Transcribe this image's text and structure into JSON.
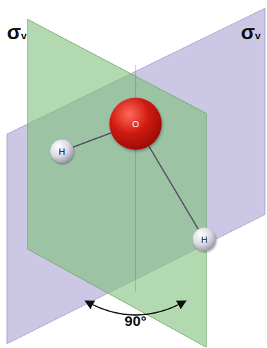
{
  "diagram": {
    "nodes": [
      {
        "text": [
          "O"
        ]
      },
      {
        "text": [
          "H"
        ]
      },
      {
        "text": [
          "H"
        ]
      }
    ],
    "edges": [
      {
        "from": 0,
        "to": 1,
        "arrow": "none"
      },
      {
        "from": 0,
        "to": 2,
        "arrow": "none"
      }
    ],
    "labels": [
      "σv",
      "σv",
      "90°"
    ]
  }
}
